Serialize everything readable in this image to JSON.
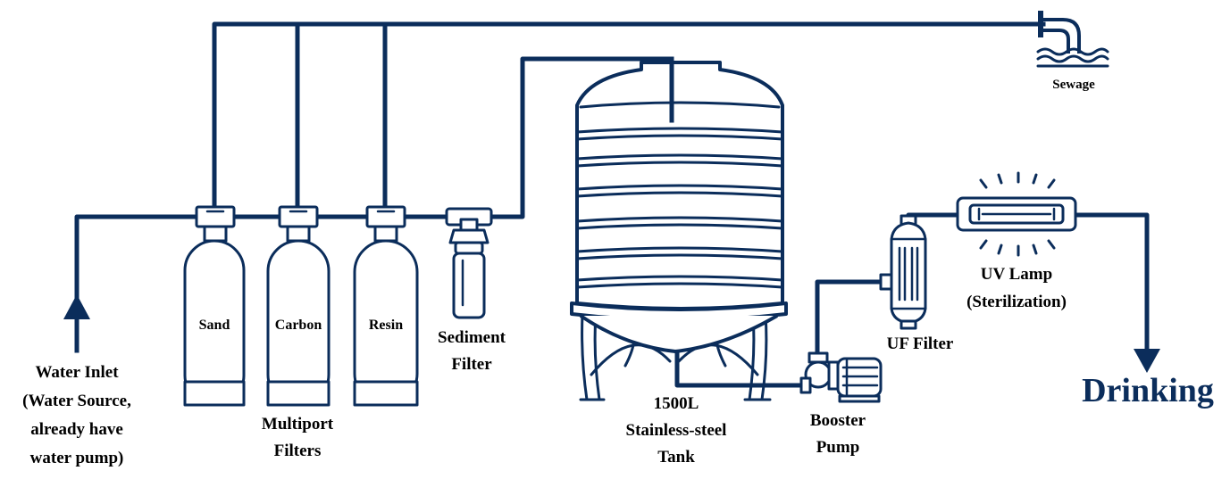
{
  "colors": {
    "pipe": "#0b2d5b",
    "label": "#000000",
    "drinking": "#0b2d5b"
  },
  "labels": {
    "water_inlet": [
      "Water Inlet",
      "(Water Source,",
      "already have",
      "water pump)"
    ],
    "sand": "Sand",
    "carbon": "Carbon",
    "resin": "Resin",
    "multiport": [
      "Multiport",
      "Filters"
    ],
    "sediment": [
      "Sediment",
      "Filter"
    ],
    "tank": [
      "1500L",
      "Stainless-steel",
      "Tank"
    ],
    "booster": [
      "Booster",
      "Pump"
    ],
    "uf_filter": "UF Filter",
    "uv_lamp": [
      "UV Lamp",
      "(Sterilization)"
    ],
    "sewage": "Sewage",
    "drinking": "Drinking"
  },
  "icons": {
    "inlet_arrow": "arrow-up-icon",
    "outlet_arrow": "arrow-down-icon",
    "sewage": "faucet-water-icon",
    "uv_glow": "light-rays-icon"
  }
}
